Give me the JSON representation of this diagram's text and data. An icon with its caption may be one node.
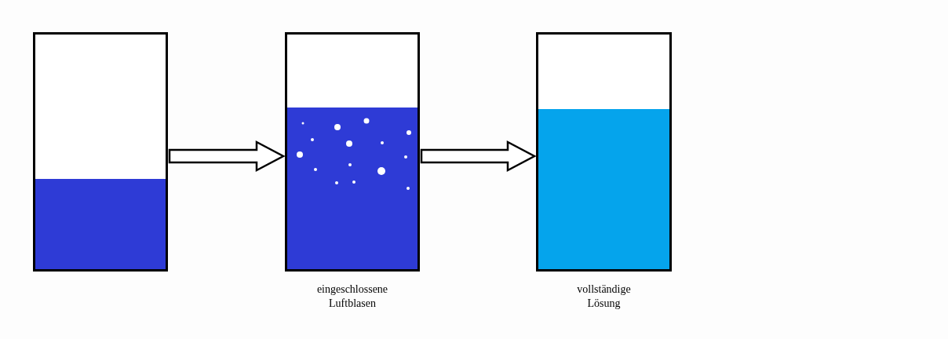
{
  "diagram": {
    "nodes": [
      {
        "text": [],
        "shape": "box"
      },
      {
        "text": [],
        "shape": "box",
        "beside": [
          "eingeschlossene Luftblasen"
        ]
      },
      {
        "text": [],
        "shape": "box",
        "beside": [
          "vollständige Lösung"
        ]
      }
    ],
    "edges": [
      {
        "from": 0,
        "to": 1,
        "arrow": "to"
      },
      {
        "from": 1,
        "to": 2,
        "arrow": "to"
      }
    ]
  }
}
